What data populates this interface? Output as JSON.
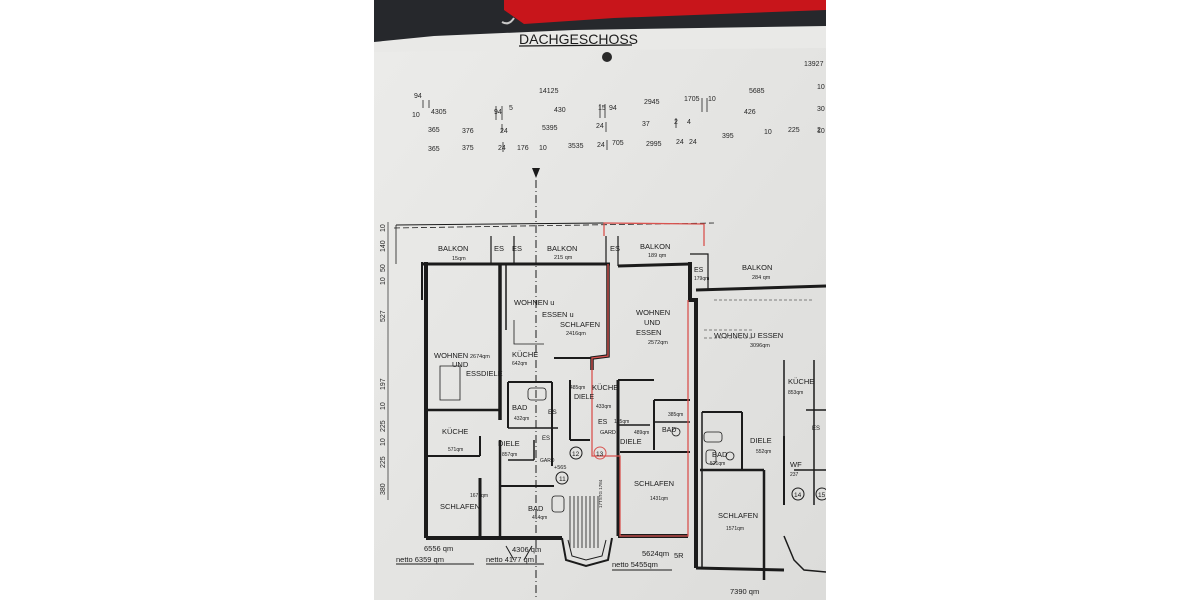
{
  "colors": {
    "paper": "#e6e6e4",
    "ink": "#1b1b1b",
    "highlight": "#d9534f",
    "red_folder": "#c8151b",
    "dark": "#26282c"
  },
  "title": "DACHGESCHOSS",
  "top_numbers": {
    "row1": [
      "94",
      "14125",
      "2945",
      "1705",
      "5685",
      "13927",
      "10"
    ],
    "row2": [
      "10",
      "4305",
      "94",
      "5",
      "430",
      "15",
      "94",
      "10",
      "426",
      "30"
    ],
    "row3": [
      "365",
      "376",
      "24",
      "5395",
      "24",
      "37",
      "2",
      "4",
      "10"
    ],
    "row4": [
      "365",
      "375",
      "24",
      "176",
      "10",
      "3535",
      "24",
      "705",
      "2995",
      "24",
      "24",
      "395",
      "10",
      "225",
      "2"
    ]
  },
  "side_dims": [
    "140",
    "10",
    "50",
    "10",
    "527",
    "197",
    "10",
    "225",
    "10",
    "225",
    "380"
  ],
  "rooms": {
    "balkon1": {
      "name": "BALKON",
      "area": "15qm"
    },
    "es1": "ES",
    "es2": "ES",
    "balkon2": {
      "name": "BALKON",
      "area": "215 qm"
    },
    "es3": "ES",
    "balkon3": {
      "name": "BALKON",
      "area": "189 qm"
    },
    "es4": "ES",
    "es4_area": "179qm",
    "balkon4": {
      "name": "BALKON",
      "area": "284 qm"
    },
    "wohnen1": {
      "l1": "WOHNEN",
      "area": "2674qm",
      "l2": "UND",
      "l3": "ESSDIELE"
    },
    "wohnen2": {
      "l1": "WOHNEN u",
      "l2": "ESSEN u",
      "l3": "SCHLAFEN",
      "area": "2416qm"
    },
    "wohnen3": {
      "l1": "WOHNEN",
      "l2": "UND",
      "l3": "ESSEN",
      "area": "2572qm"
    },
    "wohnen4": {
      "l1": "WOHNEN U ESSEN",
      "area": "3096qm"
    },
    "kueche2": {
      "name": "KÜCHE",
      "area": "642qm"
    },
    "kueche3": {
      "name": "KÜCHE",
      "area": "433qm"
    },
    "kueche4": {
      "name": "KÜCHE",
      "area": "853qm"
    },
    "kueche1": {
      "name": "KÜCHE",
      "area": "571qm"
    },
    "bad2": {
      "name": "BAD",
      "area": "432qm"
    },
    "es5": "ES",
    "diele_small": {
      "area": "485qm",
      "name": "DIELE"
    },
    "es6": {
      "name": "ES",
      "area": "125qm"
    },
    "bad3": {
      "area": "385qm",
      "name": "BAD"
    },
    "gard3": "GARD",
    "diele3": {
      "area": "489qm",
      "name": "DIELE"
    },
    "diele1": {
      "name": "DIELE",
      "area": "857qm"
    },
    "gard1": "GARD",
    "es7": "ES",
    "bad4": {
      "name": "BAD",
      "area": "521qm"
    },
    "diele4": {
      "name": "DIELE",
      "area": "552qm"
    },
    "wf": "WF",
    "wf_area": "237",
    "es8": "ES",
    "schlafen1": {
      "name": "SCHLAFEN",
      "area": "1674qm"
    },
    "bad1": {
      "name": "BAD",
      "area": "414qm"
    },
    "schlafen3": {
      "name": "SCHLAFEN",
      "area": "1431qm"
    },
    "schlafen4": {
      "name": "SCHLAFEN",
      "area": "1571qm"
    },
    "stair_num": "+565",
    "stair_vert": "17TSTG 1784"
  },
  "markers": [
    "12",
    "13",
    "11",
    "14",
    "15"
  ],
  "totals": {
    "t1a": "6556 qm",
    "t1b": "netto 6359 qm",
    "t2a": "4306 qm",
    "t2b": "netto 4177 qm",
    "t3a": "5624qm",
    "t3b": "netto 5455qm",
    "t3c": "5R",
    "t4a": "7390 qm"
  }
}
